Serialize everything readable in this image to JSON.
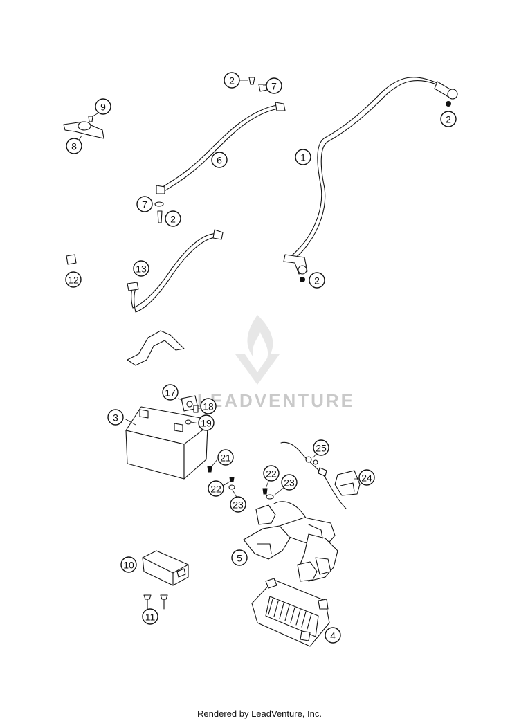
{
  "watermark": {
    "text": "LEADVENTURE",
    "color": "#c9c9c9"
  },
  "footer": {
    "text": "Rendered by LeadVenture, Inc."
  },
  "callouts": [
    {
      "label": "1"
    },
    {
      "label": "2"
    },
    {
      "label": "2"
    },
    {
      "label": "2"
    },
    {
      "label": "2"
    },
    {
      "label": "3"
    },
    {
      "label": "4"
    },
    {
      "label": "5"
    },
    {
      "label": "6"
    },
    {
      "label": "7"
    },
    {
      "label": "7"
    },
    {
      "label": "8"
    },
    {
      "label": "9"
    },
    {
      "label": "10"
    },
    {
      "label": "11"
    },
    {
      "label": "12"
    },
    {
      "label": "13"
    },
    {
      "label": "17"
    },
    {
      "label": "18"
    },
    {
      "label": "19"
    },
    {
      "label": "21"
    },
    {
      "label": "22"
    },
    {
      "label": "22"
    },
    {
      "label": "23"
    },
    {
      "label": "23"
    },
    {
      "label": "24"
    },
    {
      "label": "25"
    }
  ]
}
